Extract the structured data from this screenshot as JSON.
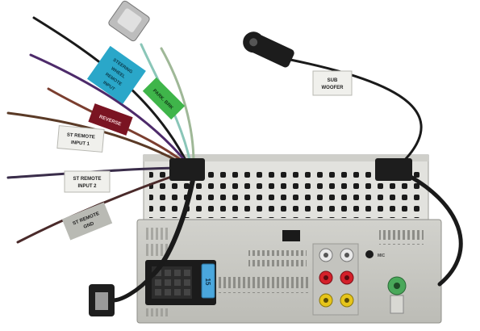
{
  "labels": {
    "steering_line1": "STEERING",
    "steering_line2": "WHEEL",
    "steering_line3": "REMOTE",
    "steering_line4": "INPUT",
    "park_brake": "PARK. BRK",
    "reverse": "REVERSE",
    "st_remote_input1_line1": "ST REMOTE",
    "st_remote_input1_line2": "INPUT 1",
    "st_remote_input2_line1": "ST REMOTE",
    "st_remote_input2_line2": "INPUT 2",
    "st_remote_gnd_line1": "ST REMOTE",
    "st_remote_gnd_line2": "GND",
    "sub_woofer_line1": "SUB",
    "sub_woofer_line2": "WOOFER",
    "fuse": "15",
    "mic": "MIC"
  },
  "colors": {
    "steering_tag": "#2aa7c9",
    "park_brake_tag": "#3fb54a",
    "reverse_tag": "#7a1422",
    "white_tag": "#f0f0ec",
    "gray_tag": "#b9bab4",
    "fuse": "#4aa7dd",
    "rca_red": "#d4202a",
    "rca_yellow": "#e6c51a",
    "rca_white": "#e8e8e8",
    "antenna_green": "#49a85a",
    "chassis": "#dcdcd8",
    "rear_plate": "#c9c9c4",
    "cable_black": "#1c1c1c"
  }
}
